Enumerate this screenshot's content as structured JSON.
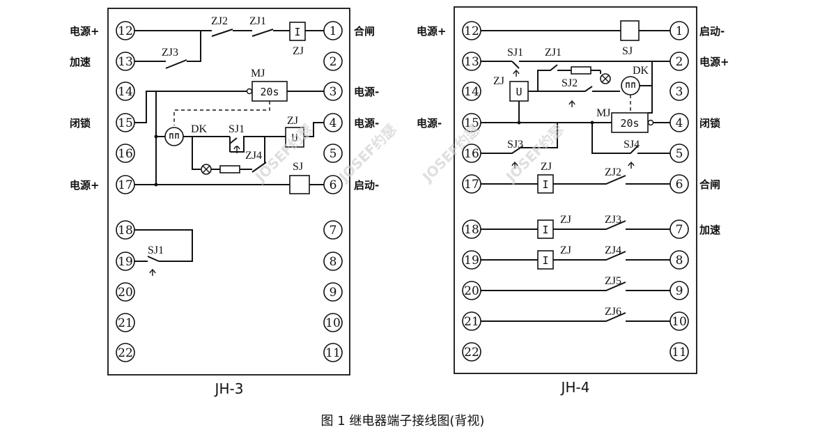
{
  "panels": [
    {
      "name": "JH-3",
      "left_side_labels": {
        "12": "电源+",
        "13": "加速",
        "15": "闭锁",
        "17": "电源+"
      },
      "right_side_labels": {
        "1": "合闸",
        "3": "电源-",
        "4": "电源-",
        "6": "启动-"
      },
      "component_labels": {
        "zj2": "ZJ2",
        "zj1": "ZJ1",
        "zj3": "ZJ3",
        "zj_coil": "ZJ",
        "mj": "MJ",
        "dk": "DK",
        "sj1": "SJ1",
        "zj4": "ZJ4",
        "zj_u": "ZJ",
        "sj": "SJ",
        "sj1_b": "SJ1"
      },
      "box_texts": {
        "i_box": "I",
        "mj_box": "20s",
        "u_box": "U"
      }
    },
    {
      "name": "JH-4",
      "left_side_labels": {
        "12": "电源+",
        "15": "电源-"
      },
      "right_side_labels": {
        "1": "启动-",
        "2": "电源+",
        "4": "闭锁",
        "6": "合闸",
        "7": "加速"
      },
      "component_labels": {
        "sj": "SJ",
        "sj1": "SJ1",
        "zj1": "ZJ1",
        "dk": "DK",
        "zj_u": "ZJ",
        "sj2": "SJ2",
        "mj": "MJ",
        "sj3": "SJ3",
        "sj4": "SJ4",
        "zj_17": "ZJ",
        "zj2": "ZJ2",
        "zj_18": "ZJ",
        "zj3": "ZJ3",
        "zj_19": "ZJ",
        "zj4": "ZJ4",
        "zj5": "ZJ5",
        "zj6": "ZJ6"
      },
      "box_texts": {
        "u_box": "U",
        "mj_box": "20s",
        "i17": "I",
        "i18": "I",
        "i19": "I"
      }
    }
  ],
  "terminal_numbers": [
    "1",
    "2",
    "3",
    "4",
    "5",
    "6",
    "7",
    "8",
    "9",
    "10",
    "11",
    "12",
    "13",
    "14",
    "15",
    "16",
    "17",
    "18",
    "19",
    "20",
    "21",
    "22"
  ],
  "figure_caption": "图 1  继电器端子接线图(背视)",
  "watermark": "JOSEF约瑟"
}
